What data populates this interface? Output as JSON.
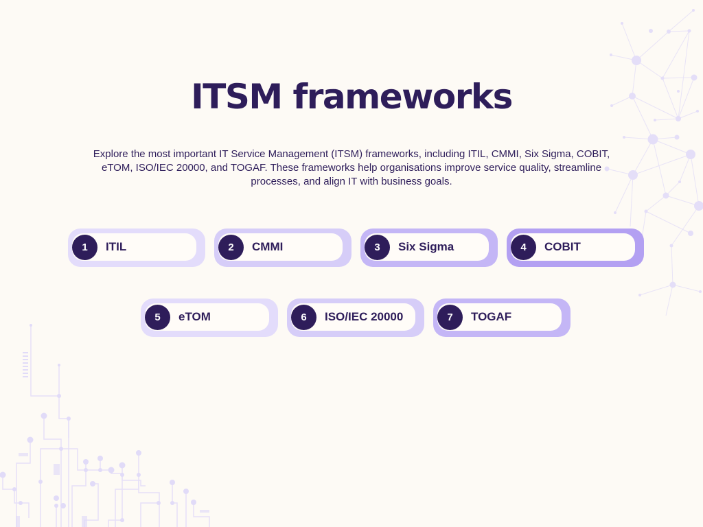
{
  "title": "ITSM frameworks",
  "description": "Explore the most important IT Service Management (ITSM) frameworks, including ITIL, CMMI, Six Sigma, COBIT, eTOM, ISO/IEC 20000, and TOGAF. These frameworks help organisations improve service quality, streamline processes, and align IT with business goals.",
  "colors": {
    "background": "#fdfaf5",
    "primary": "#2e1d5a",
    "pill_shades": [
      "#e3dcfb",
      "#d6cdf8",
      "#c4b6f6",
      "#b3a0f2"
    ]
  },
  "frameworks": [
    {
      "number": "1",
      "label": "ITIL"
    },
    {
      "number": "2",
      "label": "CMMI"
    },
    {
      "number": "3",
      "label": "Six Sigma"
    },
    {
      "number": "4",
      "label": "COBIT"
    },
    {
      "number": "5",
      "label": "eTOM"
    },
    {
      "number": "6",
      "label": "ISO/IEC 20000"
    },
    {
      "number": "7",
      "label": "TOGAF"
    }
  ]
}
